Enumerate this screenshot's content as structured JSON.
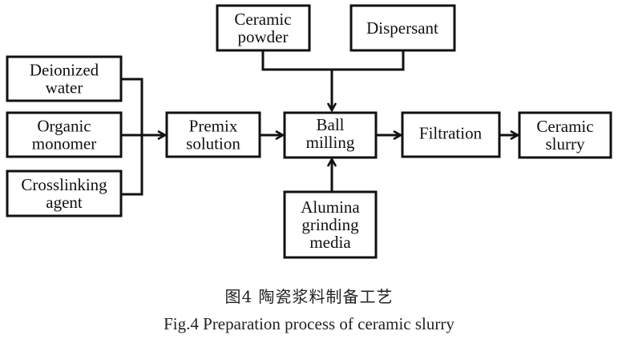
{
  "diagram": {
    "nodes": {
      "deionized_water": [
        "Deionized",
        "water"
      ],
      "organic_monomer": [
        "Organic",
        "monomer"
      ],
      "crosslinking_agent": [
        "Crosslinking",
        "agent"
      ],
      "premix_solution": [
        "Premix",
        "solution"
      ],
      "ceramic_powder": [
        "Ceramic",
        "powder"
      ],
      "dispersant": [
        "Dispersant"
      ],
      "ball_milling": [
        "Ball",
        "milling"
      ],
      "alumina_grinding_media": [
        "Alumina",
        "grinding",
        "media"
      ],
      "filtration": [
        "Filtration"
      ],
      "ceramic_slurry": [
        "Ceramic",
        "slurry"
      ]
    },
    "edges": [
      {
        "from": "deionized_water",
        "to": "premix_solution"
      },
      {
        "from": "organic_monomer",
        "to": "premix_solution"
      },
      {
        "from": "crosslinking_agent",
        "to": "premix_solution"
      },
      {
        "from": "premix_solution",
        "to": "ball_milling"
      },
      {
        "from": "ceramic_powder",
        "to": "ball_milling"
      },
      {
        "from": "dispersant",
        "to": "ball_milling"
      },
      {
        "from": "alumina_grinding_media",
        "to": "ball_milling"
      },
      {
        "from": "ball_milling",
        "to": "filtration"
      },
      {
        "from": "filtration",
        "to": "ceramic_slurry"
      }
    ]
  },
  "caption": {
    "chinese": "图4  陶瓷浆料制备工艺",
    "english": "Fig.4  Preparation process of ceramic slurry"
  }
}
